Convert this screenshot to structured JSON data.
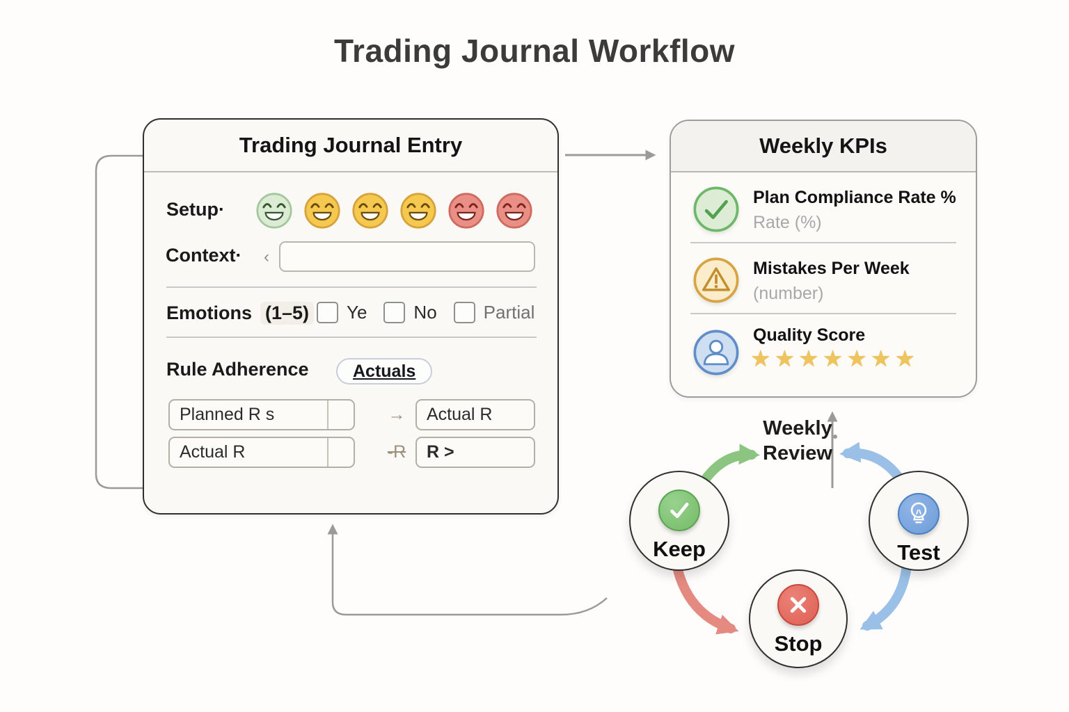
{
  "title": "Trading Journal Workflow",
  "entry_card": {
    "title": "Trading Journal Entry",
    "setup_label": "Setup·",
    "setup_emojis": [
      "green",
      "yellow",
      "yellow",
      "yellow",
      "red",
      "red"
    ],
    "context_label": "Context·",
    "context_mark": "‹",
    "context_value": "",
    "emotions_label": "Emotions",
    "emotions_scale": "(1–5)",
    "emotions_options": [
      "Ye",
      "No",
      "Partial"
    ],
    "rule_label": "Rule Adherence",
    "rule_button": "Actuals",
    "fields": {
      "planned_r": "Planned R s",
      "actual_r": "Actual R",
      "arrow_1": "→",
      "arrow_2": "-R",
      "actual_r_result": "Actual R",
      "r_compare": "R >"
    }
  },
  "kpi_card": {
    "title": "Weekly KPIs",
    "items": [
      {
        "icon": "check-circle",
        "title": "Plan Compliance Rate %",
        "subtitle": "Rate (%)"
      },
      {
        "icon": "warning-triangle",
        "title": "Mistakes Per Week",
        "subtitle": "(number)"
      },
      {
        "icon": "person-circle",
        "title": "Quality Score",
        "stars": 7
      }
    ]
  },
  "cycle": {
    "center_label": [
      "Weekly",
      "Review"
    ],
    "nodes": [
      {
        "label": "Keep",
        "icon": "check",
        "color": "#74bb68"
      },
      {
        "label": "Test",
        "icon": "lightbulb",
        "color": "#6d9cd9"
      },
      {
        "label": "Stop",
        "icon": "x-cross",
        "color": "#df5f53"
      }
    ]
  },
  "colors": {
    "accent_green": "#74bb68",
    "accent_yellow": "#f0b64a",
    "accent_red": "#df5f53",
    "accent_blue": "#6d9cd9",
    "star_gold": "#eec45e",
    "connector_gray": "#9a9a9a",
    "card_border_dark": "#2f2f2f",
    "card_border_gray": "#9d9d9d"
  }
}
